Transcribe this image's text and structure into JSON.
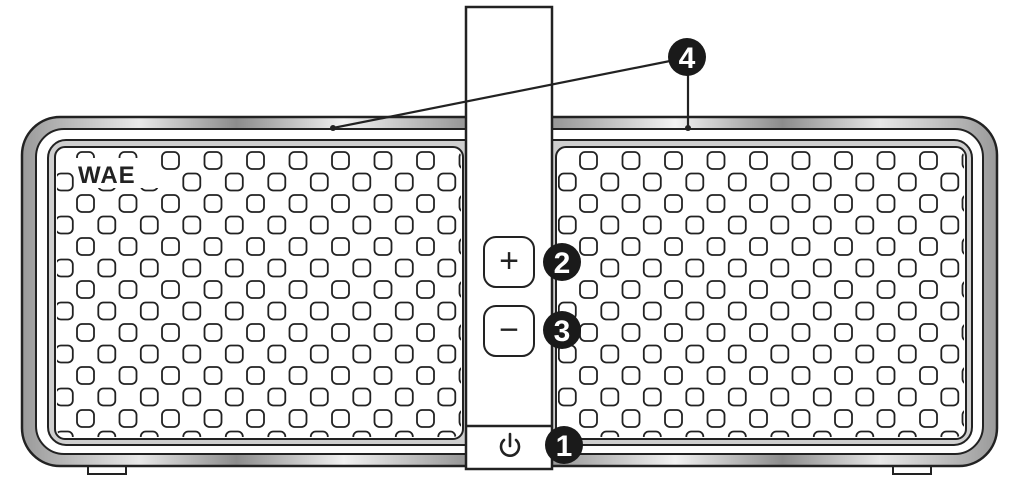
{
  "diagram": {
    "brand": "WAE",
    "callouts": [
      {
        "id": "power",
        "label": "1"
      },
      {
        "id": "volume-up",
        "label": "2"
      },
      {
        "id": "volume-down",
        "label": "3"
      },
      {
        "id": "indicator-lights",
        "label": "4"
      }
    ],
    "buttons": {
      "plus": "+",
      "minus": "−"
    },
    "icons": {
      "power": "power-icon"
    }
  }
}
